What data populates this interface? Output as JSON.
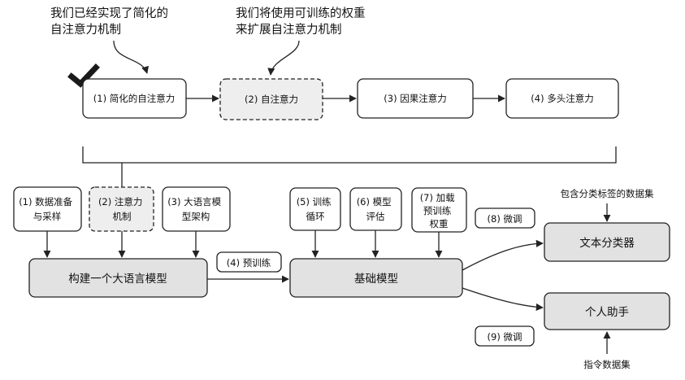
{
  "top_notes": {
    "left": [
      "我们已经实现了简化的",
      "自注意力机制"
    ],
    "right": [
      "我们将使用可训练的权重",
      "来扩展自注意力机制"
    ]
  },
  "attention_steps": [
    "(1) 简化的自注意力",
    "(2) 自注意力",
    "(3) 因果注意力",
    "(4) 多头注意力"
  ],
  "stage1_inputs": [
    [
      "(1) 数据准备",
      "与采样"
    ],
    [
      "(2) 注意力",
      "机制"
    ],
    [
      "(3) 大语言模",
      "型架构"
    ]
  ],
  "stage2_inputs": [
    [
      "(5) 训练",
      "循环"
    ],
    [
      "(6) 模型",
      "评估"
    ],
    [
      "(7) 加载",
      "预训练",
      "权重"
    ]
  ],
  "main_boxes": {
    "build_llm": "构建一个大语言模型",
    "foundation_model": "基础模型",
    "text_classifier": "文本分类器",
    "personal_assistant": "个人助手"
  },
  "edge_labels": {
    "pretrain": "(4) 预训练",
    "finetune_classifier": "(8) 微调",
    "finetune_assistant": "(9) 微调"
  },
  "datasets": {
    "labeled": "包含分类标签的数据集",
    "instruction": "指令数据集"
  },
  "colors": {
    "box_fill_gray": "#e2e2e2",
    "box_stroke": "#222222",
    "checkmark": "#1a1a1a"
  }
}
